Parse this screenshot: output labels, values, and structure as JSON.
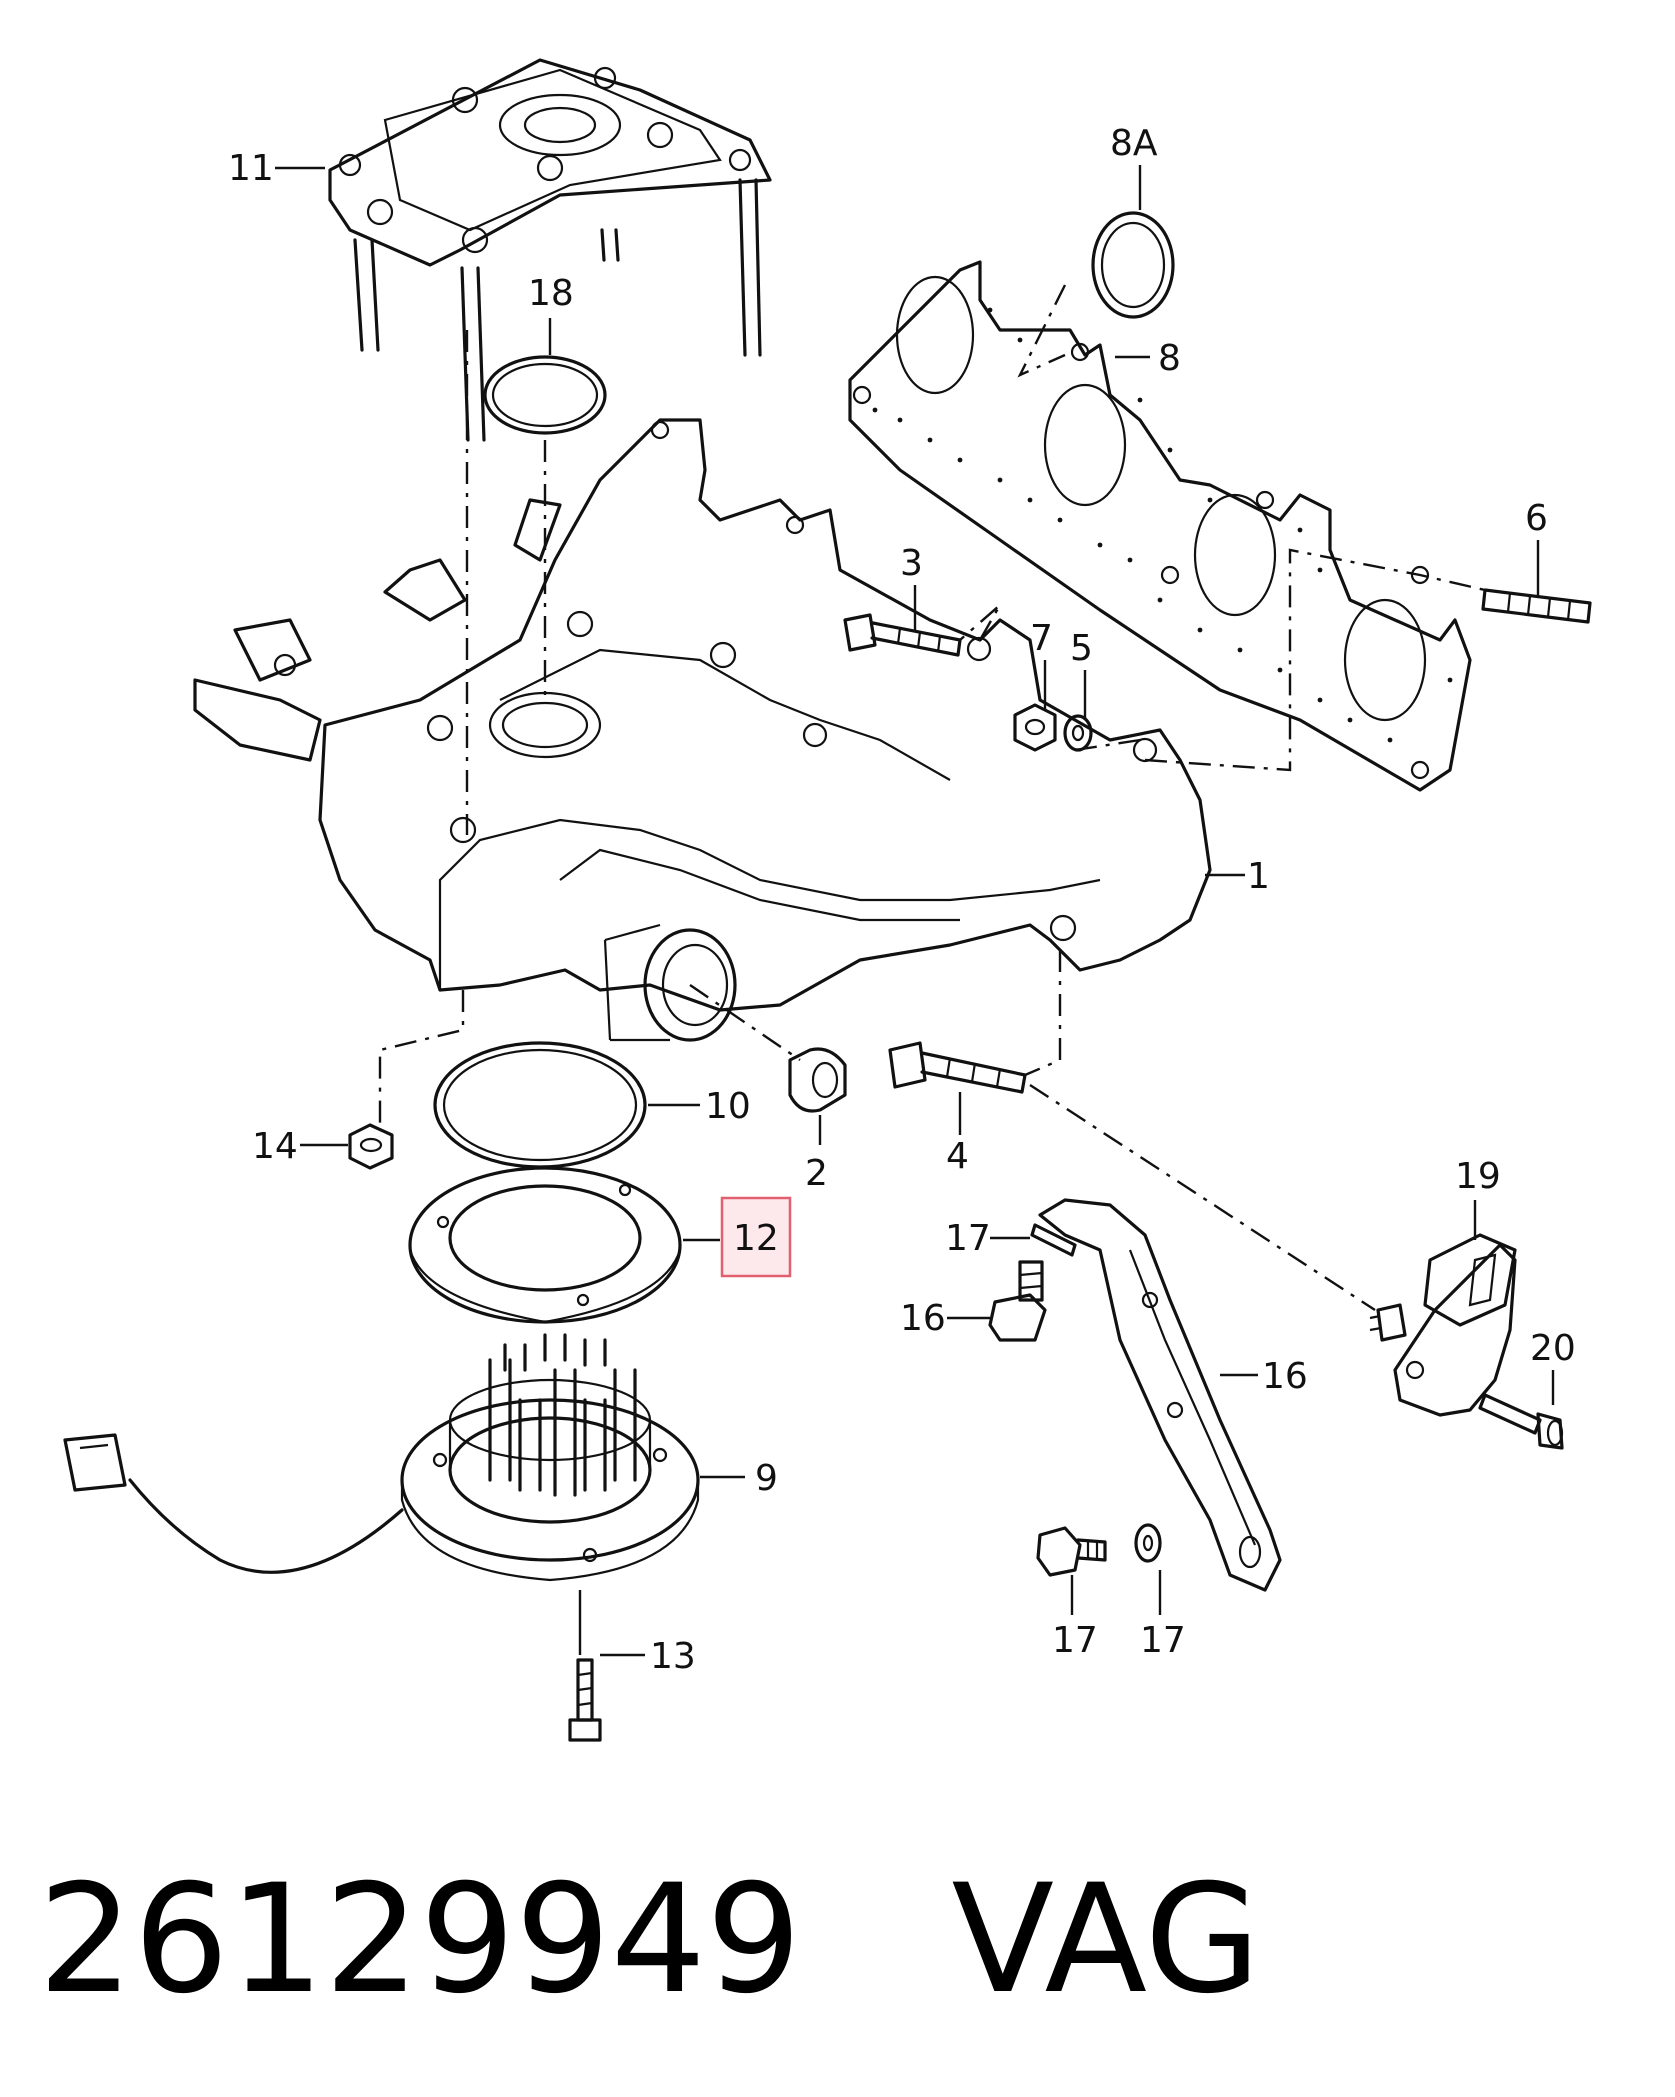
{
  "callouts": [
    {
      "id": "1",
      "label": "1"
    },
    {
      "id": "2",
      "label": "2"
    },
    {
      "id": "3",
      "label": "3"
    },
    {
      "id": "4a",
      "label": "4"
    },
    {
      "id": "5",
      "label": "5"
    },
    {
      "id": "6",
      "label": "6"
    },
    {
      "id": "7",
      "label": "7"
    },
    {
      "id": "8",
      "label": "8"
    },
    {
      "id": "8A",
      "label": "8A"
    },
    {
      "id": "9",
      "label": "9"
    },
    {
      "id": "10",
      "label": "10"
    },
    {
      "id": "11",
      "label": "11",
      "highlighted": true
    },
    {
      "id": "12",
      "label": "12"
    },
    {
      "id": "13",
      "label": "13"
    },
    {
      "id": "14",
      "label": "14"
    },
    {
      "id": "15",
      "label": "15"
    },
    {
      "id": "16a",
      "label": "16"
    },
    {
      "id": "16b",
      "label": "16"
    },
    {
      "id": "17a",
      "label": "17"
    },
    {
      "id": "17b",
      "label": "17"
    },
    {
      "id": "18",
      "label": "18"
    },
    {
      "id": "19",
      "label": "19"
    },
    {
      "id": "20",
      "label": "20"
    }
  ],
  "footer": {
    "part_number": "26129949",
    "brand": "VAG"
  },
  "colors": {
    "line": "#111111",
    "highlight_fill": "#fde8ec",
    "highlight_stroke": "#e0606f",
    "background": "#ffffff"
  }
}
